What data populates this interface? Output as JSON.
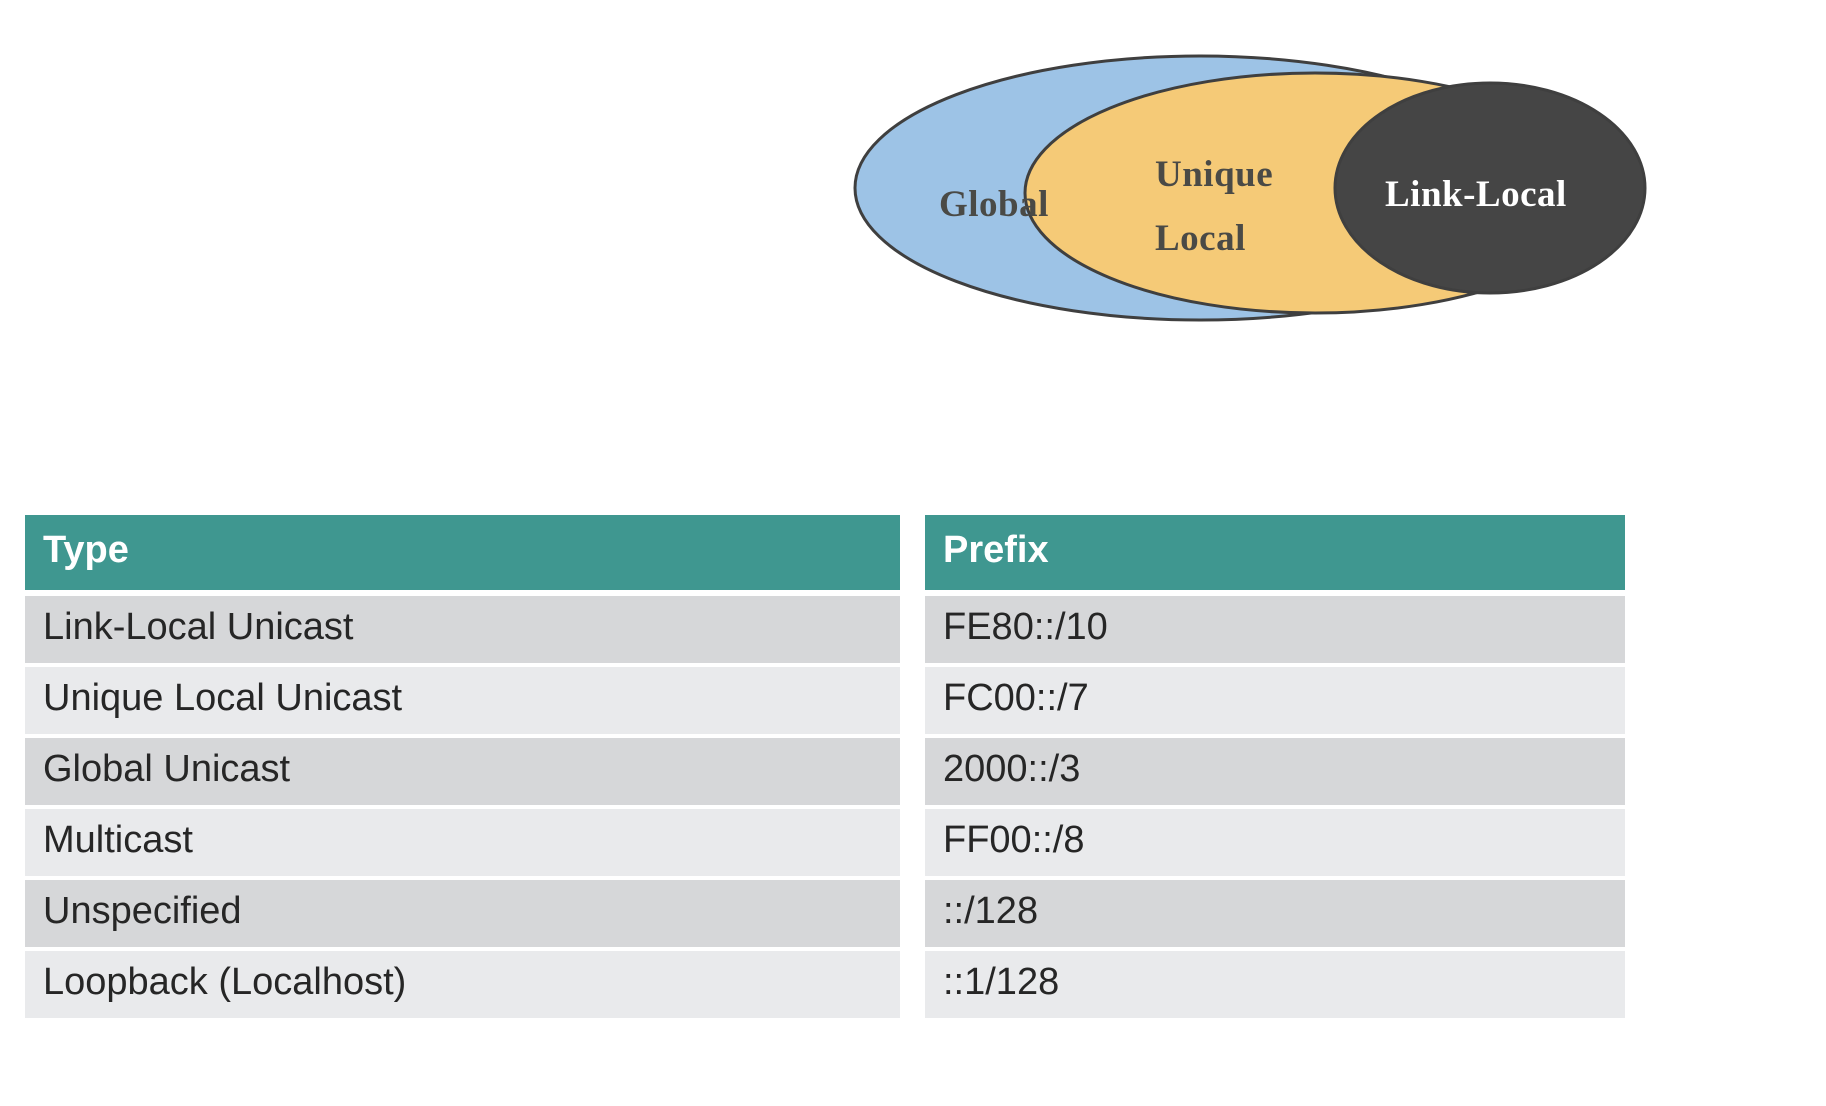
{
  "diagram": {
    "name": "ipv6-address-scope-venn",
    "regions": [
      {
        "id": "global",
        "label": "Global",
        "color": "#9dc3e6",
        "text_color": "#4a4a46"
      },
      {
        "id": "unique-local",
        "label": "Unique Local",
        "label_line1": "Unique",
        "label_line2": "Local",
        "color": "#f5ca77",
        "text_color": "#4a4a46"
      },
      {
        "id": "link-local",
        "label": "Link-Local",
        "color": "#454545",
        "text_color": "#ffffff"
      }
    ],
    "stroke_color": "#3f3f3f"
  },
  "table": {
    "header_color": "#3f9790",
    "header_text_color": "#ffffff",
    "row_color_odd": "#d6d7d9",
    "row_color_even": "#e9eaec",
    "columns": [
      "Type",
      "Prefix"
    ],
    "rows": [
      {
        "type": "Link-Local Unicast",
        "prefix": "FE80::/10"
      },
      {
        "type": "Unique Local Unicast",
        "prefix": "FC00::/7"
      },
      {
        "type": "Global Unicast",
        "prefix": "2000::/3"
      },
      {
        "type": "Multicast",
        "prefix": "FF00::/8"
      },
      {
        "type": "Unspecified",
        "prefix": "::/128"
      },
      {
        "type": "Loopback (Localhost)",
        "prefix": "::1/128"
      }
    ]
  }
}
